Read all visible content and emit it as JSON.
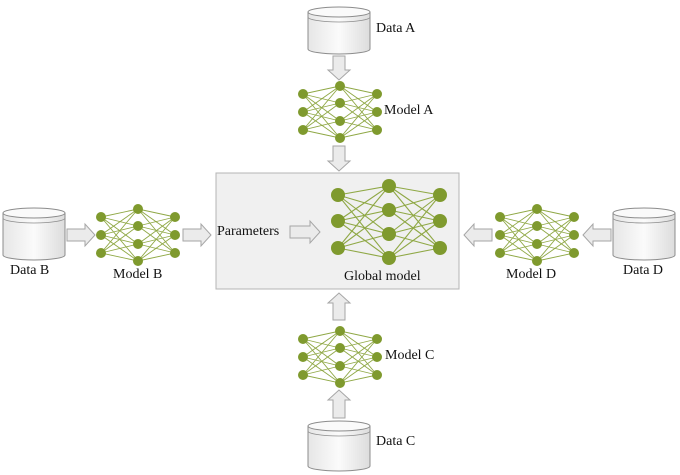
{
  "labels": {
    "data_a": "Data A",
    "data_b": "Data B",
    "data_c": "Data C",
    "data_d": "Data D",
    "model_a": "Model A",
    "model_b": "Model B",
    "model_c": "Model C",
    "model_d": "Model D",
    "parameters": "Parameters",
    "global_model": "Global model"
  },
  "colors": {
    "node": "#7F9A2E",
    "edge": "#8FA845",
    "box_fill": "#F0F0F0",
    "box_border": "#B5B5B5",
    "arrow_fill": "#EBEBEB",
    "arrow_stroke": "#A6A6A6",
    "db_fill": "#F2F2F2",
    "db_stroke": "#8C8C8C"
  }
}
